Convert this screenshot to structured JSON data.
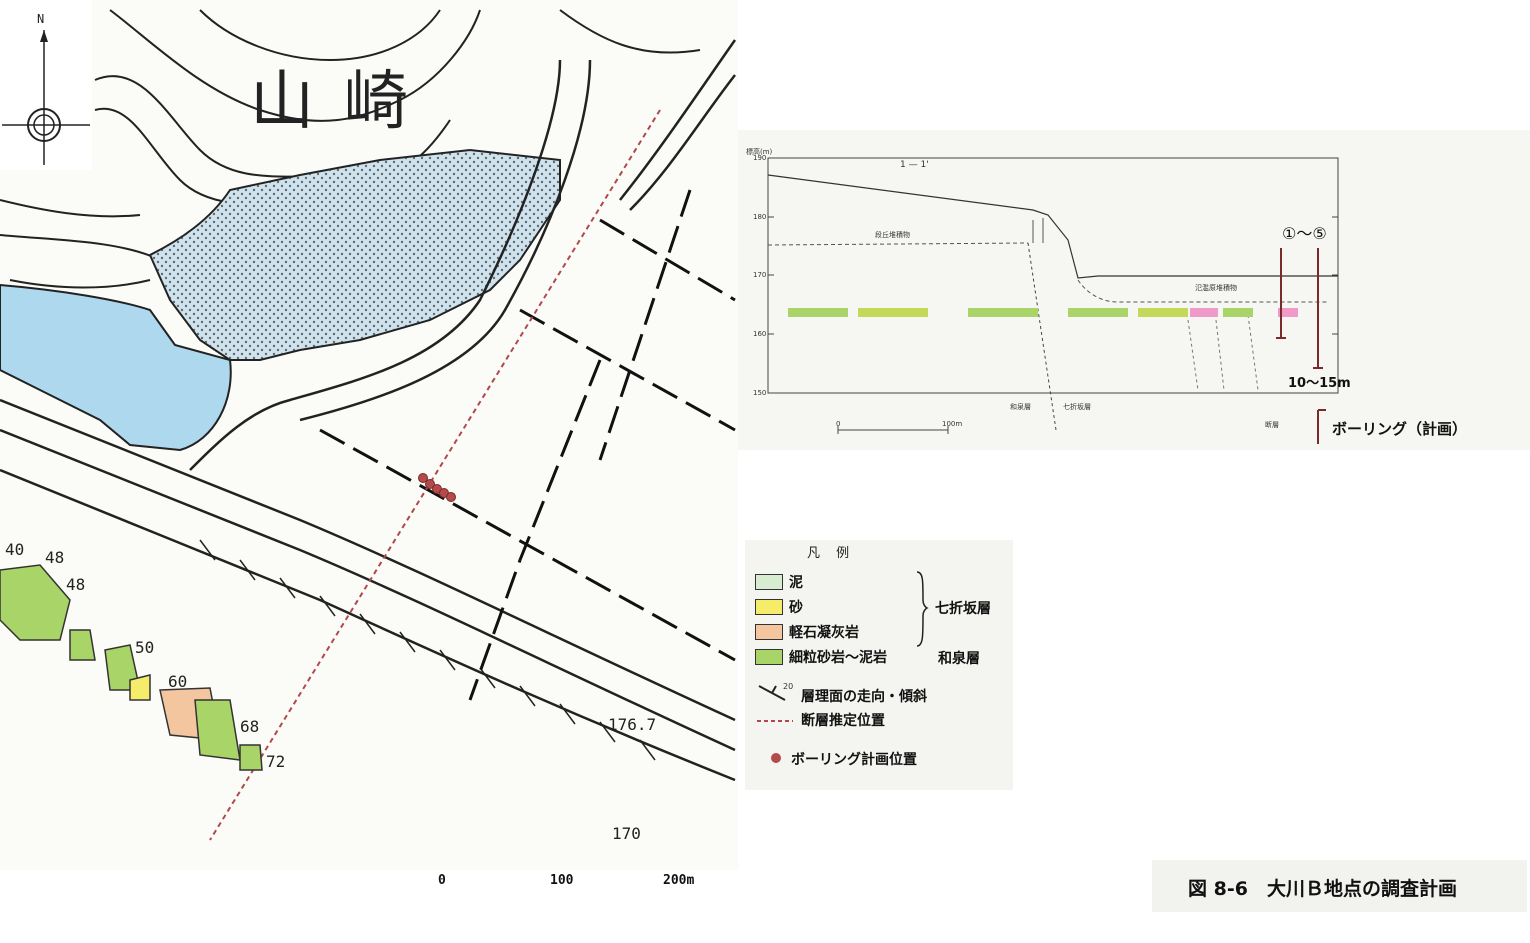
{
  "north_label": "N",
  "place_name": "山崎",
  "map_scale": {
    "zero": "0",
    "mid": "100",
    "end": "200m"
  },
  "map_elevation_numbers": [
    "40",
    "48",
    "48",
    "50",
    "60",
    "68",
    "72",
    "176.7",
    "170"
  ],
  "section": {
    "title": "1 — 1'",
    "axis_label": "標高(m)",
    "y_ticks": [
      "190",
      "180",
      "170",
      "160",
      "150"
    ],
    "terrace_label": "段丘堆積物",
    "alluvium_label": "氾濫原堆積物",
    "boring_range": "①〜⑤",
    "boring_depth": "10〜15m",
    "formation_left": "和泉層",
    "formation_right": "七折坂層",
    "fault_label": "断層",
    "scale_zero": "0",
    "scale_end": "100m"
  },
  "boring_legend_label": "ボーリング（計画）",
  "legend": {
    "title": "凡 例",
    "items": [
      {
        "label": "泥",
        "color": "#d7ecd0"
      },
      {
        "label": "砂",
        "color": "#f5ec6a"
      },
      {
        "label": "軽石凝灰岩",
        "color": "#f3c6a0"
      },
      {
        "label": "細粒砂岩〜泥岩",
        "color": "#a8d468"
      }
    ],
    "group_label_1": "七折坂層",
    "group_label_2": "和泉層",
    "strike_label": "層理面の走向・傾斜",
    "strike_value": "20",
    "fault_label": "断層推定位置",
    "boring_label": "ボーリング計画位置"
  },
  "caption": "図 8-6　大川Ｂ地点の調査計画",
  "colors": {
    "pond": "#aed8ee",
    "dots": "#7fb2d6",
    "fault": "#b0484c",
    "boring": "#b54a4a"
  }
}
